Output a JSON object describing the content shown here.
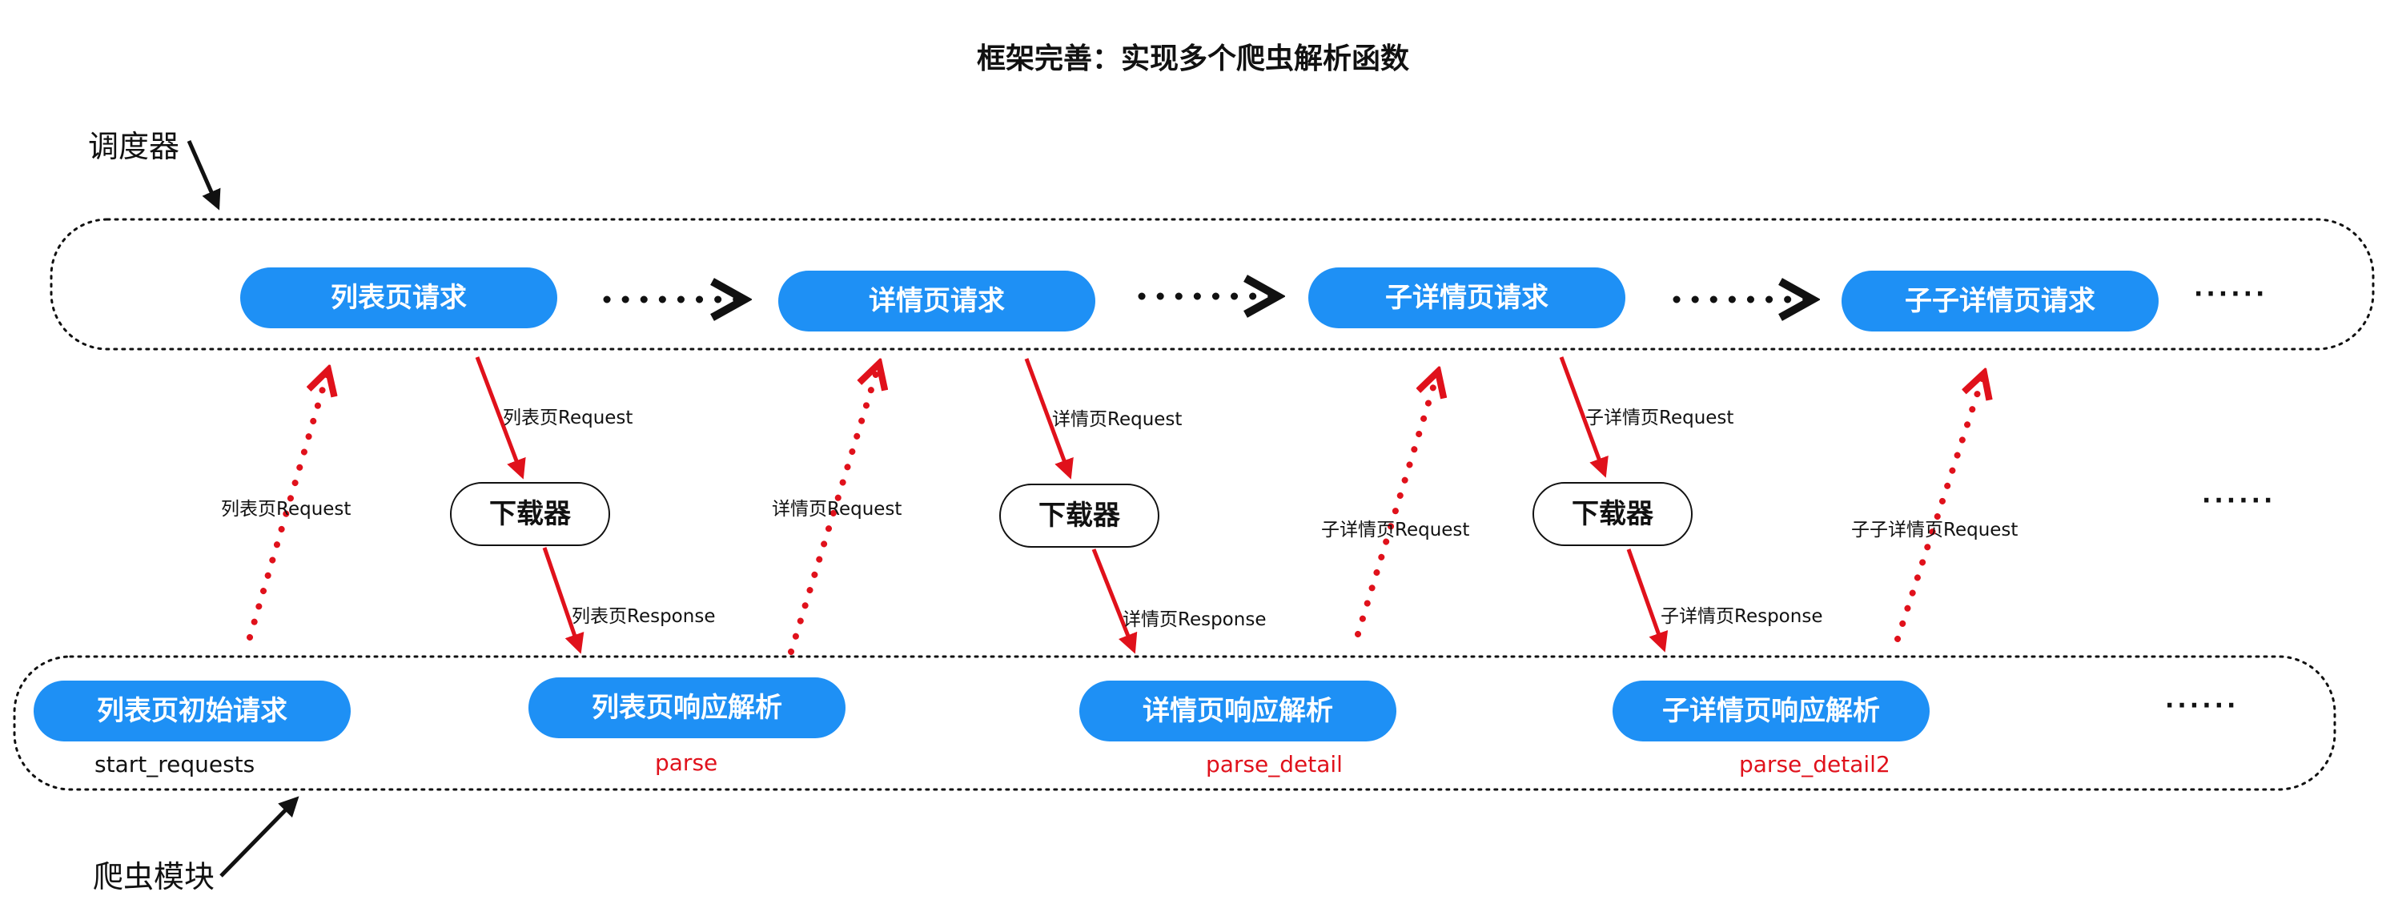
{
  "title": "框架完善：实现多个爬虫解析函数",
  "scheduler": {
    "label": "调度器",
    "requests": [
      "列表页请求",
      "详情页请求",
      "子详情页请求",
      "子子详情页请求"
    ],
    "more": "······"
  },
  "spider": {
    "label": "爬虫模块",
    "nodes": [
      "列表页初始请求",
      "列表页响应解析",
      "详情页响应解析",
      "子详情页响应解析"
    ],
    "functions": [
      "start_requests",
      "parse",
      "parse_detail",
      "parse_detail2"
    ],
    "more": "······"
  },
  "downloader": {
    "label": "下载器"
  },
  "edges": {
    "dispatch": [
      "列表页Request",
      "详情页Request",
      "子详情页Request"
    ],
    "response": [
      "列表页Response",
      "详情页Response",
      "子详情页Response"
    ],
    "yield": [
      "列表页Request",
      "详情页Request",
      "子详情页Request",
      "子子详情页Request"
    ]
  },
  "middle_more": "······",
  "colors": {
    "pill": "#1e90f5",
    "arrow_red": "#e0111b",
    "function_red": "#e0111b",
    "text": "#111111"
  }
}
